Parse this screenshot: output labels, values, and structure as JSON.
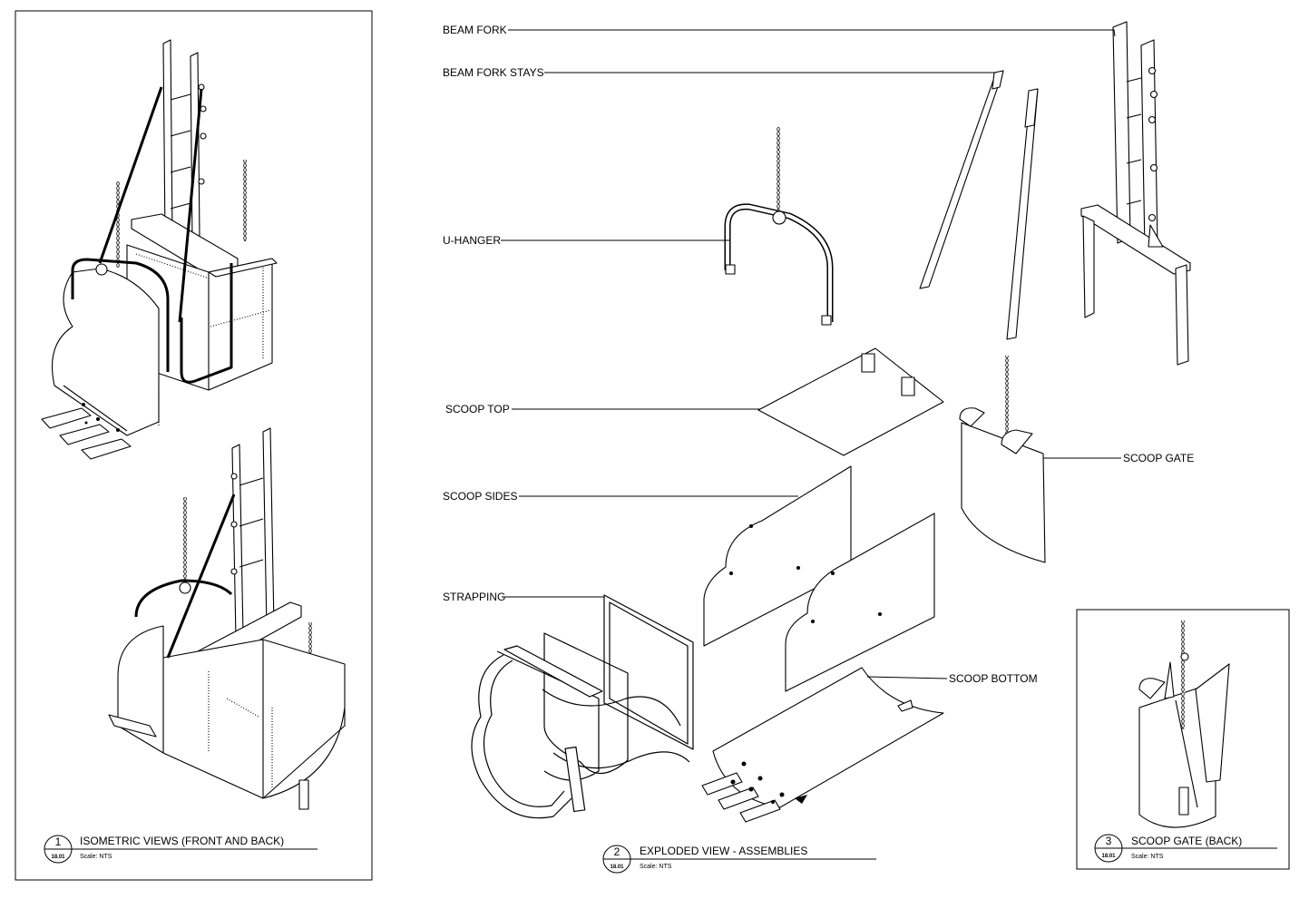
{
  "callouts": {
    "beam_fork": "BEAM FORK",
    "beam_fork_stays": "BEAM FORK STAYS",
    "u_hanger": "U-HANGER",
    "scoop_top": "SCOOP TOP",
    "scoop_gate": "SCOOP GATE",
    "scoop_sides": "SCOOP SIDES",
    "strapping": "STRAPPING",
    "scoop_bottom": "SCOOP BOTTOM"
  },
  "views": [
    {
      "number": "1",
      "ref": "18.01",
      "title": "ISOMETRIC VIEWS (FRONT AND BACK)",
      "scale": "Scale:  NTS"
    },
    {
      "number": "2",
      "ref": "18.01",
      "title": "EXPLODED VIEW - ASSEMBLIES",
      "scale": "Scale:  NTS"
    },
    {
      "number": "3",
      "ref": "18.01",
      "title": "SCOOP GATE (BACK)",
      "scale": "Scale:  NTS"
    }
  ]
}
